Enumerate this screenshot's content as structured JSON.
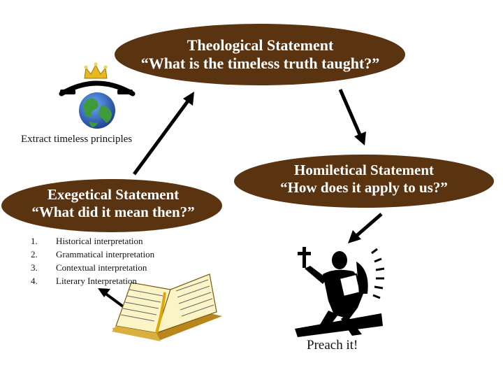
{
  "colors": {
    "oval_fill": "#5a3310",
    "oval_text": "#ffffff",
    "arrow": "#000000",
    "crown": "#e8b820",
    "globe_water": "#2f66c4",
    "globe_land": "#3f9a3a",
    "book_page": "#fbf4c6",
    "book_cover": "#c69a24"
  },
  "theological": {
    "title": "Theological Statement",
    "question": "“What is the timeless truth taught?”"
  },
  "homiletical": {
    "title": "Homiletical Statement",
    "question": "“How does it apply to us?”"
  },
  "exegetical": {
    "title": "Exegetical Statement",
    "question": "“What did it mean then?”"
  },
  "extract_label": "Extract timeless principles",
  "steps": [
    {
      "num": "1.",
      "text": "Historical interpretation"
    },
    {
      "num": "2.",
      "text": "Grammatical interpretation"
    },
    {
      "num": "3.",
      "text": "Contextual interpretation"
    },
    {
      "num": "4.",
      "text": "Literary Interpretation"
    }
  ],
  "preach_label": "Preach it!",
  "icons": {
    "globe": "crowned-globe-icon",
    "book": "open-bible-icon",
    "preacher": "preacher-with-cross-icon"
  }
}
